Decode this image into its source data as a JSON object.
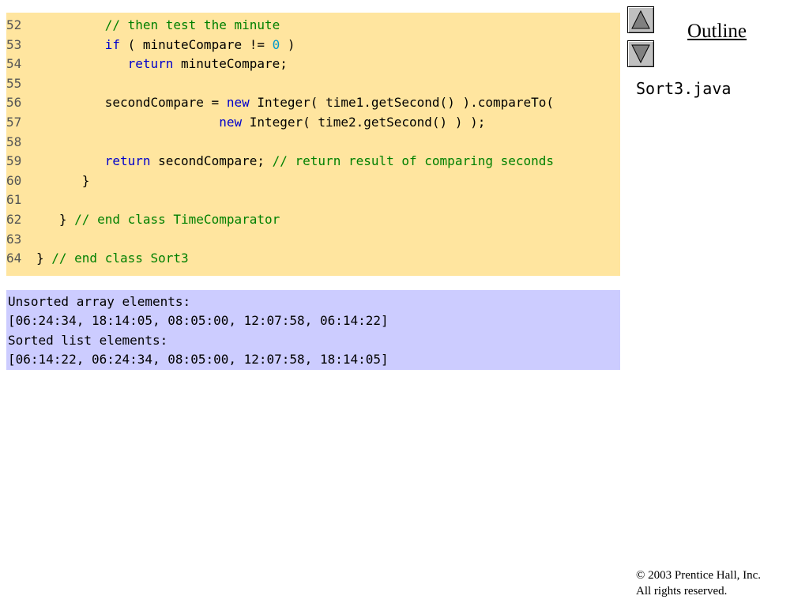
{
  "code": {
    "lines": [
      {
        "n": "52",
        "parts": [
          {
            "t": "         ",
            "c": "tx"
          },
          {
            "t": "// then test the minute",
            "c": "cm"
          }
        ]
      },
      {
        "n": "53",
        "parts": [
          {
            "t": "         ",
            "c": "tx"
          },
          {
            "t": "if",
            "c": "kw"
          },
          {
            "t": " ( minuteCompare != ",
            "c": "tx"
          },
          {
            "t": "0",
            "c": "num"
          },
          {
            "t": " )",
            "c": "tx"
          }
        ]
      },
      {
        "n": "54",
        "parts": [
          {
            "t": "            ",
            "c": "tx"
          },
          {
            "t": "return",
            "c": "kw"
          },
          {
            "t": " minuteCompare;",
            "c": "tx"
          }
        ]
      },
      {
        "n": "55",
        "parts": []
      },
      {
        "n": "56",
        "parts": [
          {
            "t": "         secondCompare = ",
            "c": "tx"
          },
          {
            "t": "new",
            "c": "kw"
          },
          {
            "t": " Integer( time1.getSecond() ).compareTo(",
            "c": "tx"
          }
        ]
      },
      {
        "n": "57",
        "parts": [
          {
            "t": "                        ",
            "c": "tx"
          },
          {
            "t": "new",
            "c": "kw"
          },
          {
            "t": " Integer( time2.getSecond() ) );",
            "c": "tx"
          }
        ]
      },
      {
        "n": "58",
        "parts": []
      },
      {
        "n": "59",
        "parts": [
          {
            "t": "         ",
            "c": "tx"
          },
          {
            "t": "return",
            "c": "kw"
          },
          {
            "t": " secondCompare; ",
            "c": "tx"
          },
          {
            "t": "// return result of comparing seconds",
            "c": "cm"
          }
        ]
      },
      {
        "n": "60",
        "parts": [
          {
            "t": "      }",
            "c": "tx"
          }
        ]
      },
      {
        "n": "61",
        "parts": []
      },
      {
        "n": "62",
        "parts": [
          {
            "t": "   } ",
            "c": "tx"
          },
          {
            "t": "// end class TimeComparator",
            "c": "cm"
          }
        ]
      },
      {
        "n": "63",
        "parts": []
      },
      {
        "n": "64",
        "parts": [
          {
            "t": "} ",
            "c": "tx"
          },
          {
            "t": "// end class Sort3",
            "c": "cm"
          }
        ]
      }
    ]
  },
  "output": {
    "line1": "Unsorted array elements:",
    "line2": "[06:24:34, 18:14:05, 08:05:00, 12:07:58, 06:14:22]",
    "line3": "Sorted list elements:",
    "line4": "[06:14:22, 06:24:34, 08:05:00, 12:07:58, 18:14:05]"
  },
  "nav": {
    "outline_label": "Outline",
    "up_icon": "triangle-up-icon",
    "down_icon": "triangle-down-icon"
  },
  "file": {
    "name": "Sort3.java"
  },
  "footer": {
    "copyright_line1": "© 2003 Prentice Hall, Inc.",
    "copyright_line2": "All rights reserved."
  },
  "colors": {
    "code_bg": "#ffe59f",
    "output_bg": "#ccccff",
    "keyword": "#0000cc",
    "comment": "#008000",
    "number": "#0099cc"
  }
}
